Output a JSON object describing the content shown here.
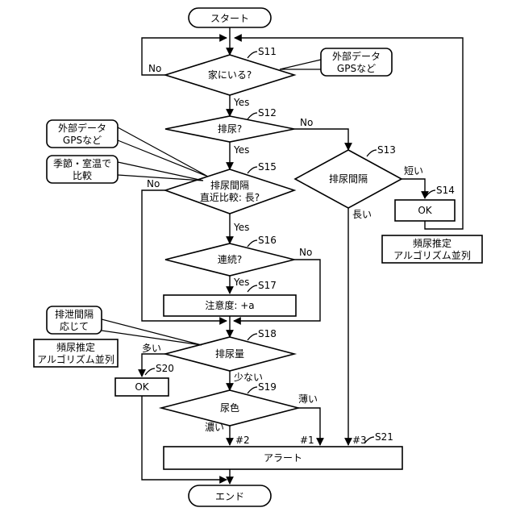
{
  "nodes": {
    "start": "スタート",
    "s11": "家にいる?",
    "s12": "排尿?",
    "s13": "排尿間隔",
    "s14": "OK",
    "s15_line1": "排尿間隔",
    "s15_line2": "直近比較: 長?",
    "s16": "連続?",
    "s17": "注意度: +a",
    "s18": "排尿量",
    "s19": "尿色",
    "s20": "OK",
    "s21": "アラート",
    "end": "エンド"
  },
  "step_labels": {
    "s11": "S11",
    "s12": "S12",
    "s13": "S13",
    "s14": "S14",
    "s15": "S15",
    "s16": "S16",
    "s17": "S17",
    "s18": "S18",
    "s19": "S19",
    "s20": "S20",
    "s21": "S21"
  },
  "callouts": {
    "ext_top_1": "外部データ",
    "ext_top_2": "GPSなど",
    "ext_left_1": "外部データ",
    "ext_left_2": "GPSなど",
    "season_1": "季節・室温で",
    "season_2": "比較",
    "algo_right_1": "頻尿推定",
    "algo_right_2": "アルゴリズム並列",
    "interval_1": "排泄間隔",
    "interval_2": "応じて",
    "algo_left_1": "頻尿推定",
    "algo_left_2": "アルゴリズム並列"
  },
  "edge_labels": {
    "s11_no": "No",
    "s11_yes": "Yes",
    "s12_no": "No",
    "s12_yes": "Yes",
    "s13_short": "短い",
    "s13_long": "長い",
    "s15_no": "No",
    "s15_yes": "Yes",
    "s16_no": "No",
    "s16_yes": "Yes",
    "s18_many": "多い",
    "s18_few": "少ない",
    "s19_dark": "濃い",
    "s19_light": "薄い",
    "route_1": "#1",
    "route_2": "#2",
    "route_3": "#3"
  }
}
